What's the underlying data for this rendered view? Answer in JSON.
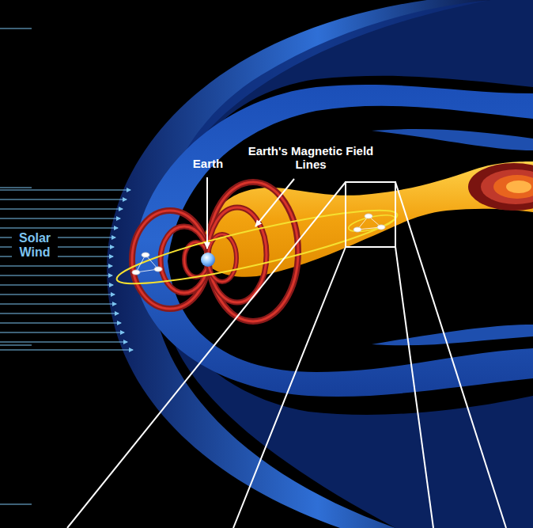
{
  "diagram": {
    "labels": [
      "Earth",
      "Earth's Magnetic Field Lines",
      "Solar Wind"
    ]
  }
}
